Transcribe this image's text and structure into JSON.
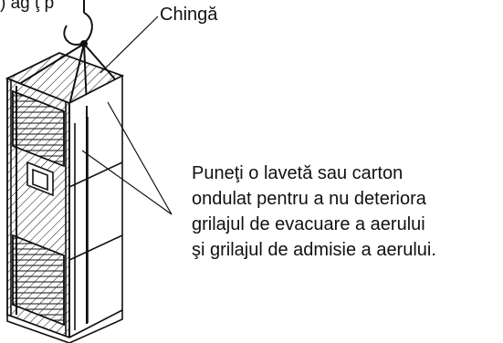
{
  "top_fragment": ") ag ţ p",
  "sling_label": "Chingă",
  "note_lines": [
    "Puneţi o lavetă sau carton",
    "ondulat pentru a nu deteriora",
    "grilajul de evacuare a aerului",
    "şi grilajul de admisie a aerului."
  ],
  "colors": {
    "line": "#111111",
    "background": "#ffffff"
  },
  "icons": {
    "hook": "crane-hook",
    "unit": "floor-standing-air-conditioner",
    "protection": "protective-cloth-hatching"
  }
}
